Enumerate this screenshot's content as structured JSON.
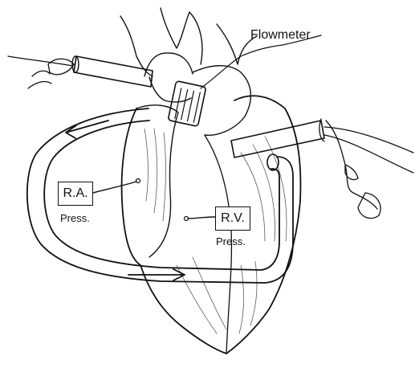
{
  "labels": {
    "flowmeter": "Flowmeter",
    "right_atrium": "R.A.",
    "right_atrium_sub": "Press.",
    "right_ventricle": "R.V.",
    "right_ventricle_sub": "Press."
  },
  "colors": {
    "ink": "#111111",
    "paper": "#ffffff",
    "shade": "#444444"
  }
}
